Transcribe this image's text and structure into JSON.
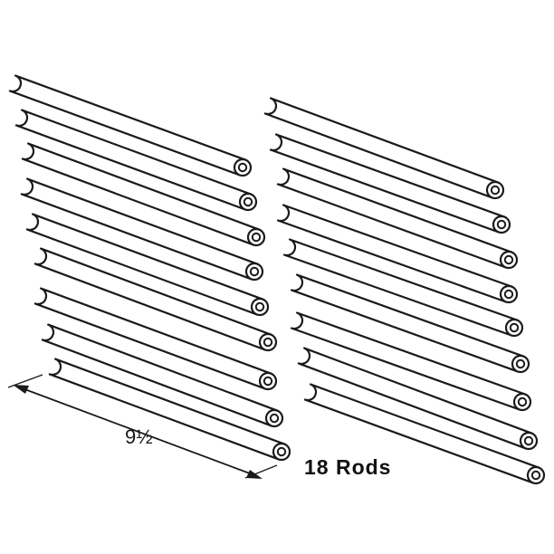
{
  "diagram": {
    "dimension_label": "9½",
    "count_label": "18 Rods",
    "rod_count": 18,
    "line_color": "#1a1a1a"
  }
}
